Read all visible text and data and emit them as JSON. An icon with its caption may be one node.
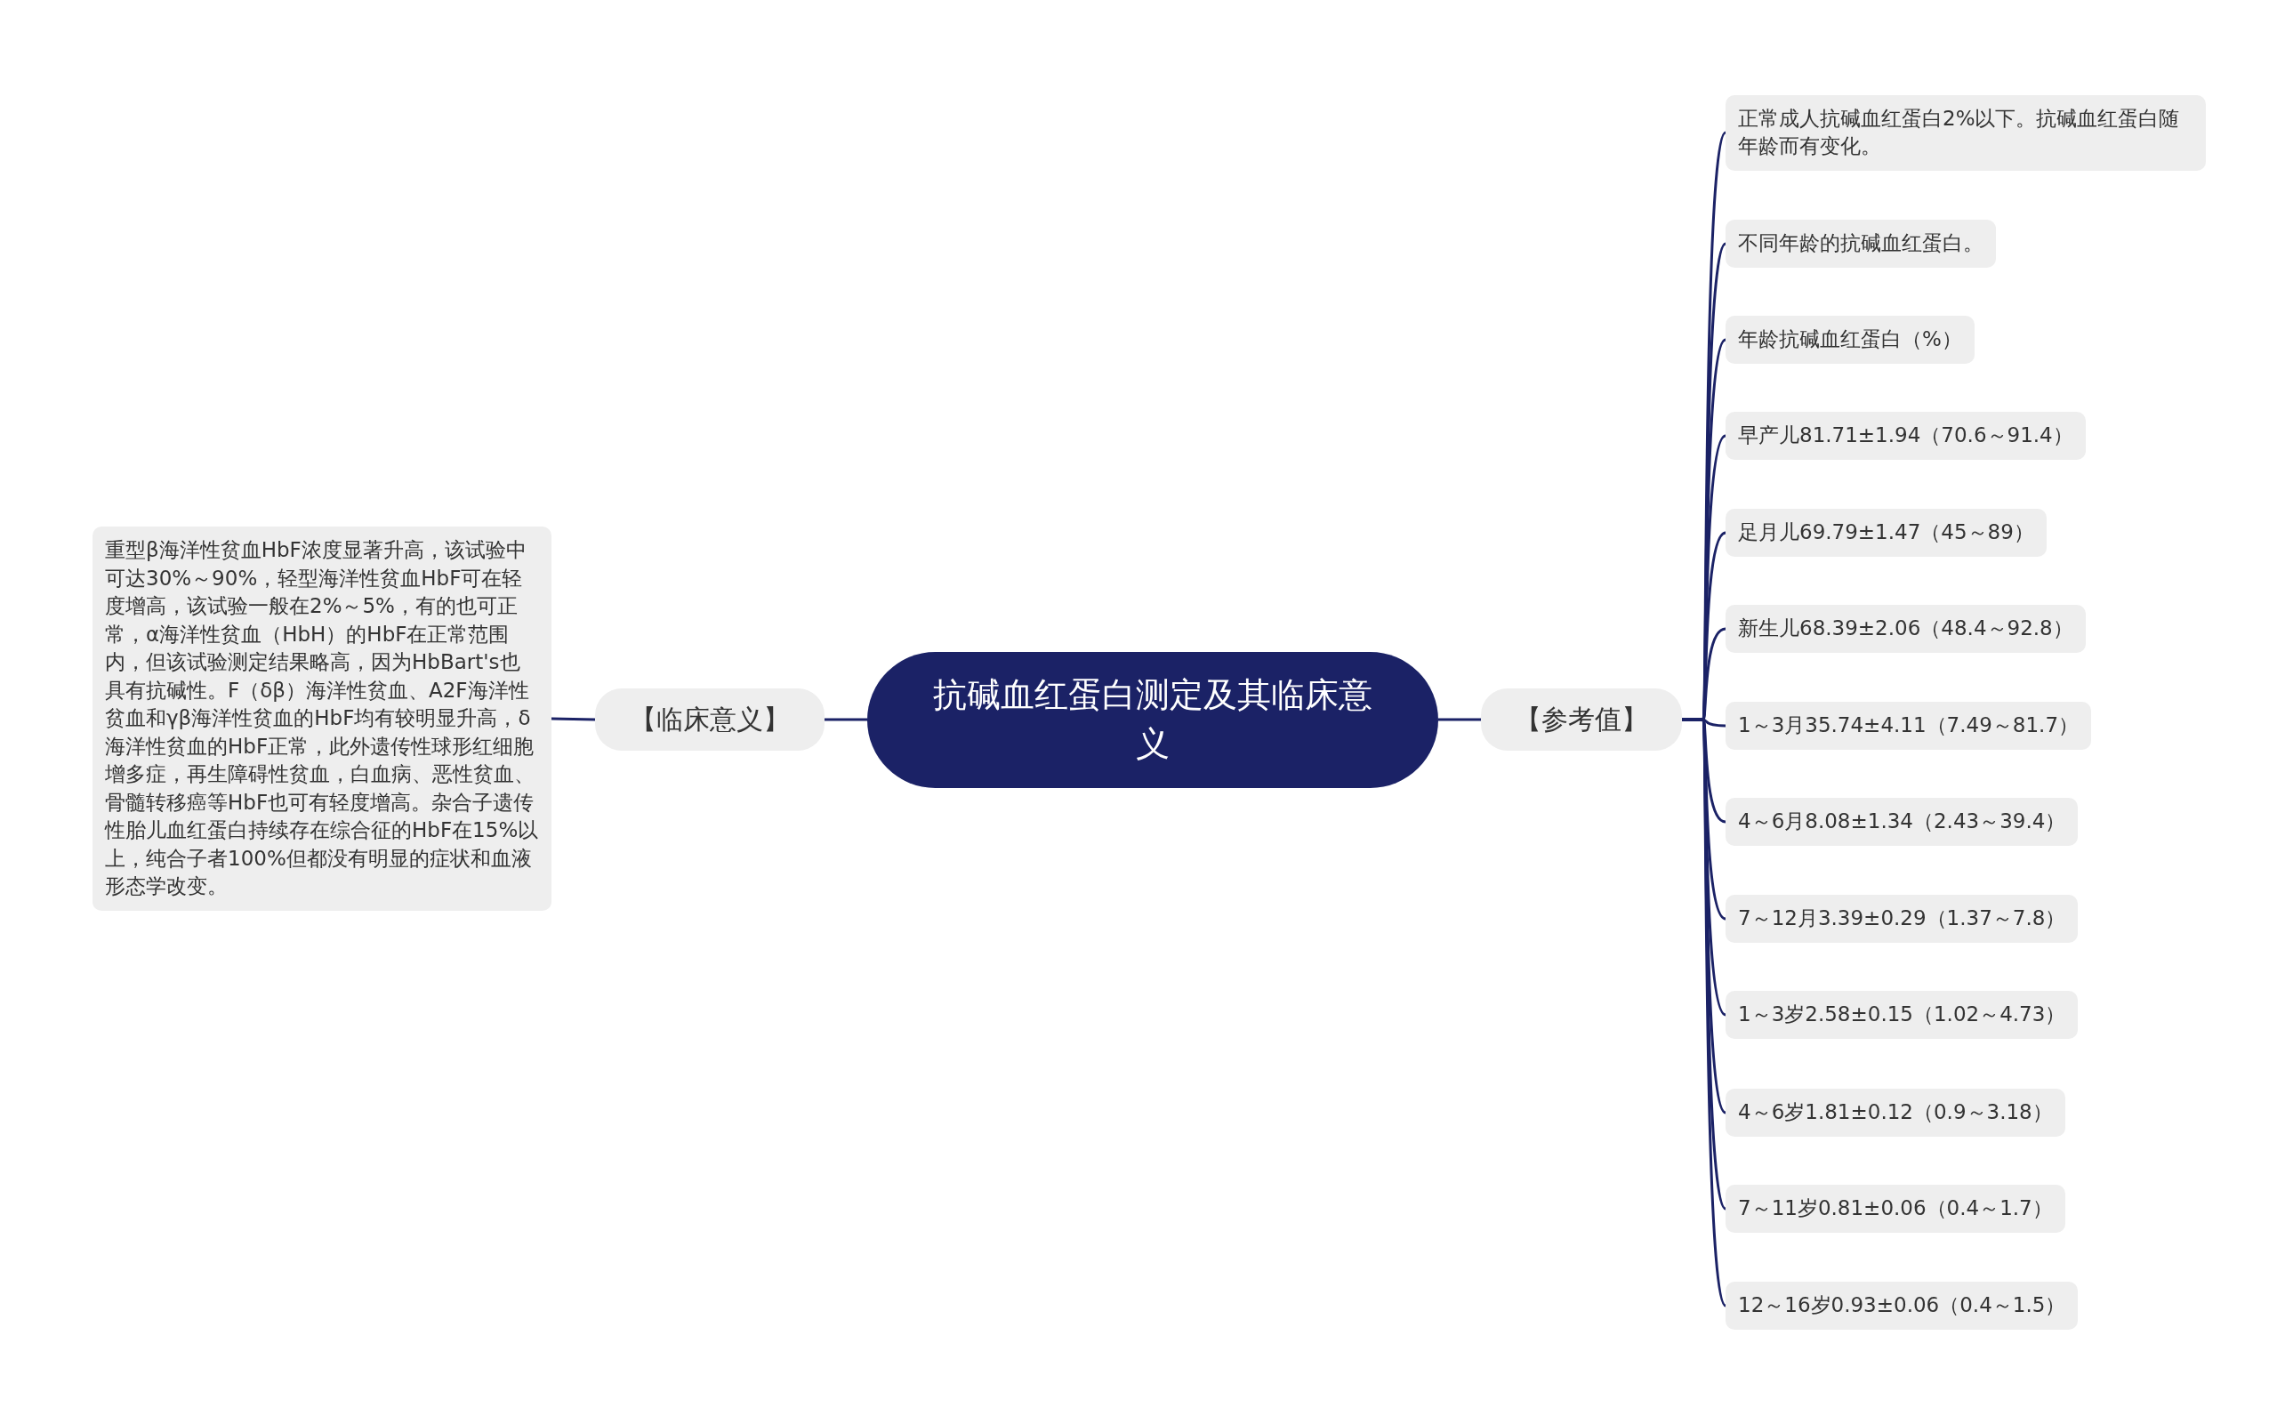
{
  "diagram": {
    "nodes": [
      {
        "text": [
          "抗碱血红蛋白测定及其临床意义"
        ]
      },
      {
        "text": [
          "【临床意义】"
        ]
      },
      {
        "text": [
          "重型β海洋性贫血HbF浓度显著升高，该试验中可达30%～90%，轻型海洋性贫血HbF可在轻度增高，该试验一般在2%～5%，有的也可正常，α海洋性贫血（HbH）的HbF在正常范围内，但该试验测定结果略高，因为HbBart's也具有抗碱性。F（δβ）海洋性贫血、A2F海洋性贫血和γβ海洋性贫血的HbF均有较明显升高，δ海洋性贫血的HbF正常，此外遗传性球形红细胞增多症，再生障碍性贫血，白血病、恶性贫血、骨髓转移癌等HbF也可有轻度增高。杂合子遗传性胎儿血红蛋白持续存在综合征的HbF在15%以上，纯合子者100%但都没有明显的症状和血液形态学改变。"
        ]
      },
      {
        "text": [
          "【参考值】"
        ]
      },
      {
        "text": [
          "正常成人抗碱血红蛋白2%以下。抗碱血红蛋白随年龄而有变化。"
        ]
      },
      {
        "text": [
          "不同年龄的抗碱血红蛋白。"
        ]
      },
      {
        "text": [
          "年龄抗碱血红蛋白（%）"
        ]
      },
      {
        "text": [
          "早产儿81.71±1.94（70.6～91.4）"
        ]
      },
      {
        "text": [
          "足月儿69.79±1.47（45～89）"
        ]
      },
      {
        "text": [
          "新生儿68.39±2.06（48.4～92.8）"
        ]
      },
      {
        "text": [
          "1～3月35.74±4.11（7.49～81.7）"
        ]
      },
      {
        "text": [
          "4～6月8.08±1.34（2.43～39.4）"
        ]
      },
      {
        "text": [
          "7～12月3.39±0.29（1.37～7.8）"
        ]
      },
      {
        "text": [
          "1～3岁2.58±0.15（1.02～4.73）"
        ]
      },
      {
        "text": [
          "4～6岁1.81±0.12（0.9～3.18）"
        ]
      },
      {
        "text": [
          "7～11岁0.81±0.06（0.4～1.7）"
        ]
      },
      {
        "text": [
          "12～16岁0.93±0.06（0.4～1.5）"
        ]
      }
    ],
    "edges": [
      {
        "from": 0,
        "to": 1,
        "arrow": "none"
      },
      {
        "from": 1,
        "to": 2,
        "arrow": "none"
      },
      {
        "from": 0,
        "to": 3,
        "arrow": "none"
      },
      {
        "from": 3,
        "to": 4,
        "arrow": "none"
      },
      {
        "from": 3,
        "to": 5,
        "arrow": "none"
      },
      {
        "from": 3,
        "to": 6,
        "arrow": "none"
      },
      {
        "from": 3,
        "to": 7,
        "arrow": "none"
      },
      {
        "from": 3,
        "to": 8,
        "arrow": "none"
      },
      {
        "from": 3,
        "to": 9,
        "arrow": "none"
      },
      {
        "from": 3,
        "to": 10,
        "arrow": "none"
      },
      {
        "from": 3,
        "to": 11,
        "arrow": "none"
      },
      {
        "from": 3,
        "to": 12,
        "arrow": "none"
      },
      {
        "from": 3,
        "to": 13,
        "arrow": "none"
      },
      {
        "from": 3,
        "to": 14,
        "arrow": "none"
      },
      {
        "from": 3,
        "to": 15,
        "arrow": "none"
      },
      {
        "from": 3,
        "to": 16,
        "arrow": "none"
      }
    ]
  }
}
